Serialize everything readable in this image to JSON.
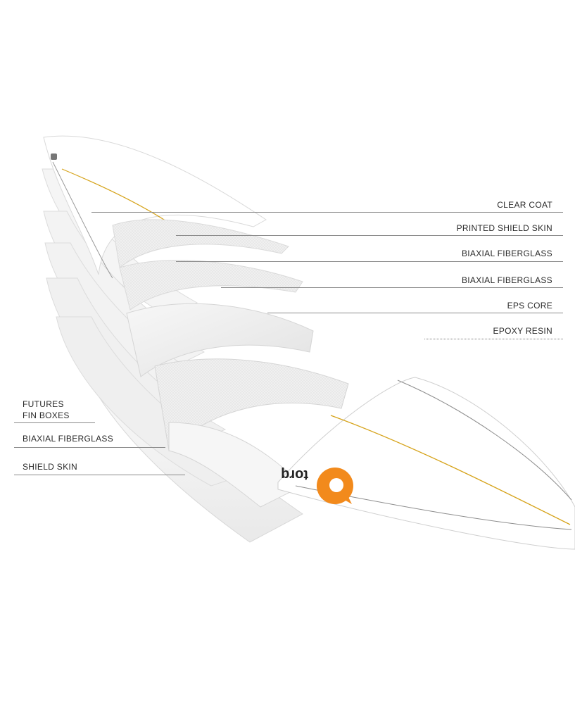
{
  "diagram": {
    "right_labels": [
      {
        "id": "clear-coat",
        "text": "CLEAR COAT"
      },
      {
        "id": "printed-shield-skin",
        "text": "PRINTED SHIELD SKIN"
      },
      {
        "id": "biaxial-fiberglass-top-1",
        "text": "BIAXIAL FIBERGLASS"
      },
      {
        "id": "biaxial-fiberglass-top-2",
        "text": "BIAXIAL FIBERGLASS"
      },
      {
        "id": "eps-core",
        "text": "EPS CORE"
      },
      {
        "id": "epoxy-resin",
        "text": "EPOXY RESIN"
      }
    ],
    "left_labels": [
      {
        "id": "futures-fin-boxes",
        "line1": "FUTURES",
        "line2": "FIN BOXES"
      },
      {
        "id": "biaxial-fiberglass-bottom",
        "text": "BIAXIAL FIBERGLASS"
      },
      {
        "id": "shield-skin",
        "text": "SHIELD SKIN"
      }
    ],
    "logo_text": "torq",
    "colors": {
      "stringer": "#d6a31a",
      "logo_orange": "#f28a1c",
      "leader": "#8a8a8a",
      "label": "#2a2a2a"
    }
  }
}
